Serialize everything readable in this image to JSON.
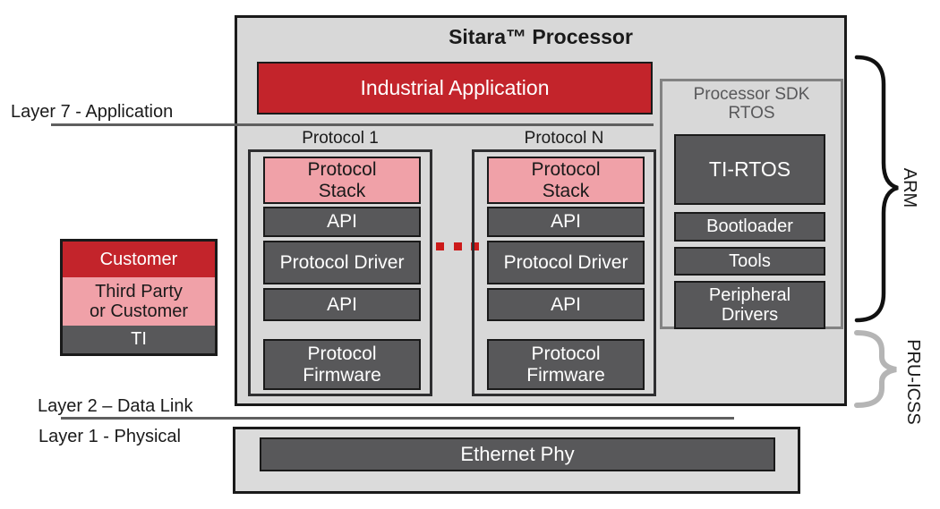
{
  "colors": {
    "red": "#C3242B",
    "pink": "#F0A1A8",
    "dark_gray": "#58585A",
    "panel_gray": "#D8D8D8",
    "border_black": "#1A1A1A",
    "sdk_border_gray": "#828282",
    "layer_line_gray": "#5F5F5F",
    "arm_brace_black": "#111111",
    "pru_brace_gray": "#B5B5B5",
    "dots_red": "#CC1A1A"
  },
  "sitara": {
    "title": "Sitara™ Processor",
    "industrial_application": "Industrial Application",
    "protocols": [
      {
        "label": "Protocol 1",
        "stack": "Protocol\nStack",
        "api_upper": "API",
        "driver": "Protocol Driver",
        "api_lower": "API",
        "firmware": "Protocol\nFirmware"
      },
      {
        "label": "Protocol N",
        "stack": "Protocol\nStack",
        "api_upper": "API",
        "driver": "Protocol Driver",
        "api_lower": "API",
        "firmware": "Protocol\nFirmware"
      }
    ],
    "sdk": {
      "title": "Processor SDK\nRTOS",
      "rtos": "TI-RTOS",
      "bootloader": "Bootloader",
      "tools": "Tools",
      "peripheral_drivers": "Peripheral\nDrivers"
    }
  },
  "legend": {
    "customer": "Customer",
    "third_party": "Third Party\nor Customer",
    "ti": "TI"
  },
  "layers": {
    "layer7": "Layer 7 - Application",
    "layer2": "Layer 2 – Data Link",
    "layer1": "Layer 1 - Physical"
  },
  "side_labels": {
    "arm": "ARM",
    "pru_icss": "PRU-ICSS"
  },
  "ethernet": {
    "label": "Ethernet Phy"
  }
}
